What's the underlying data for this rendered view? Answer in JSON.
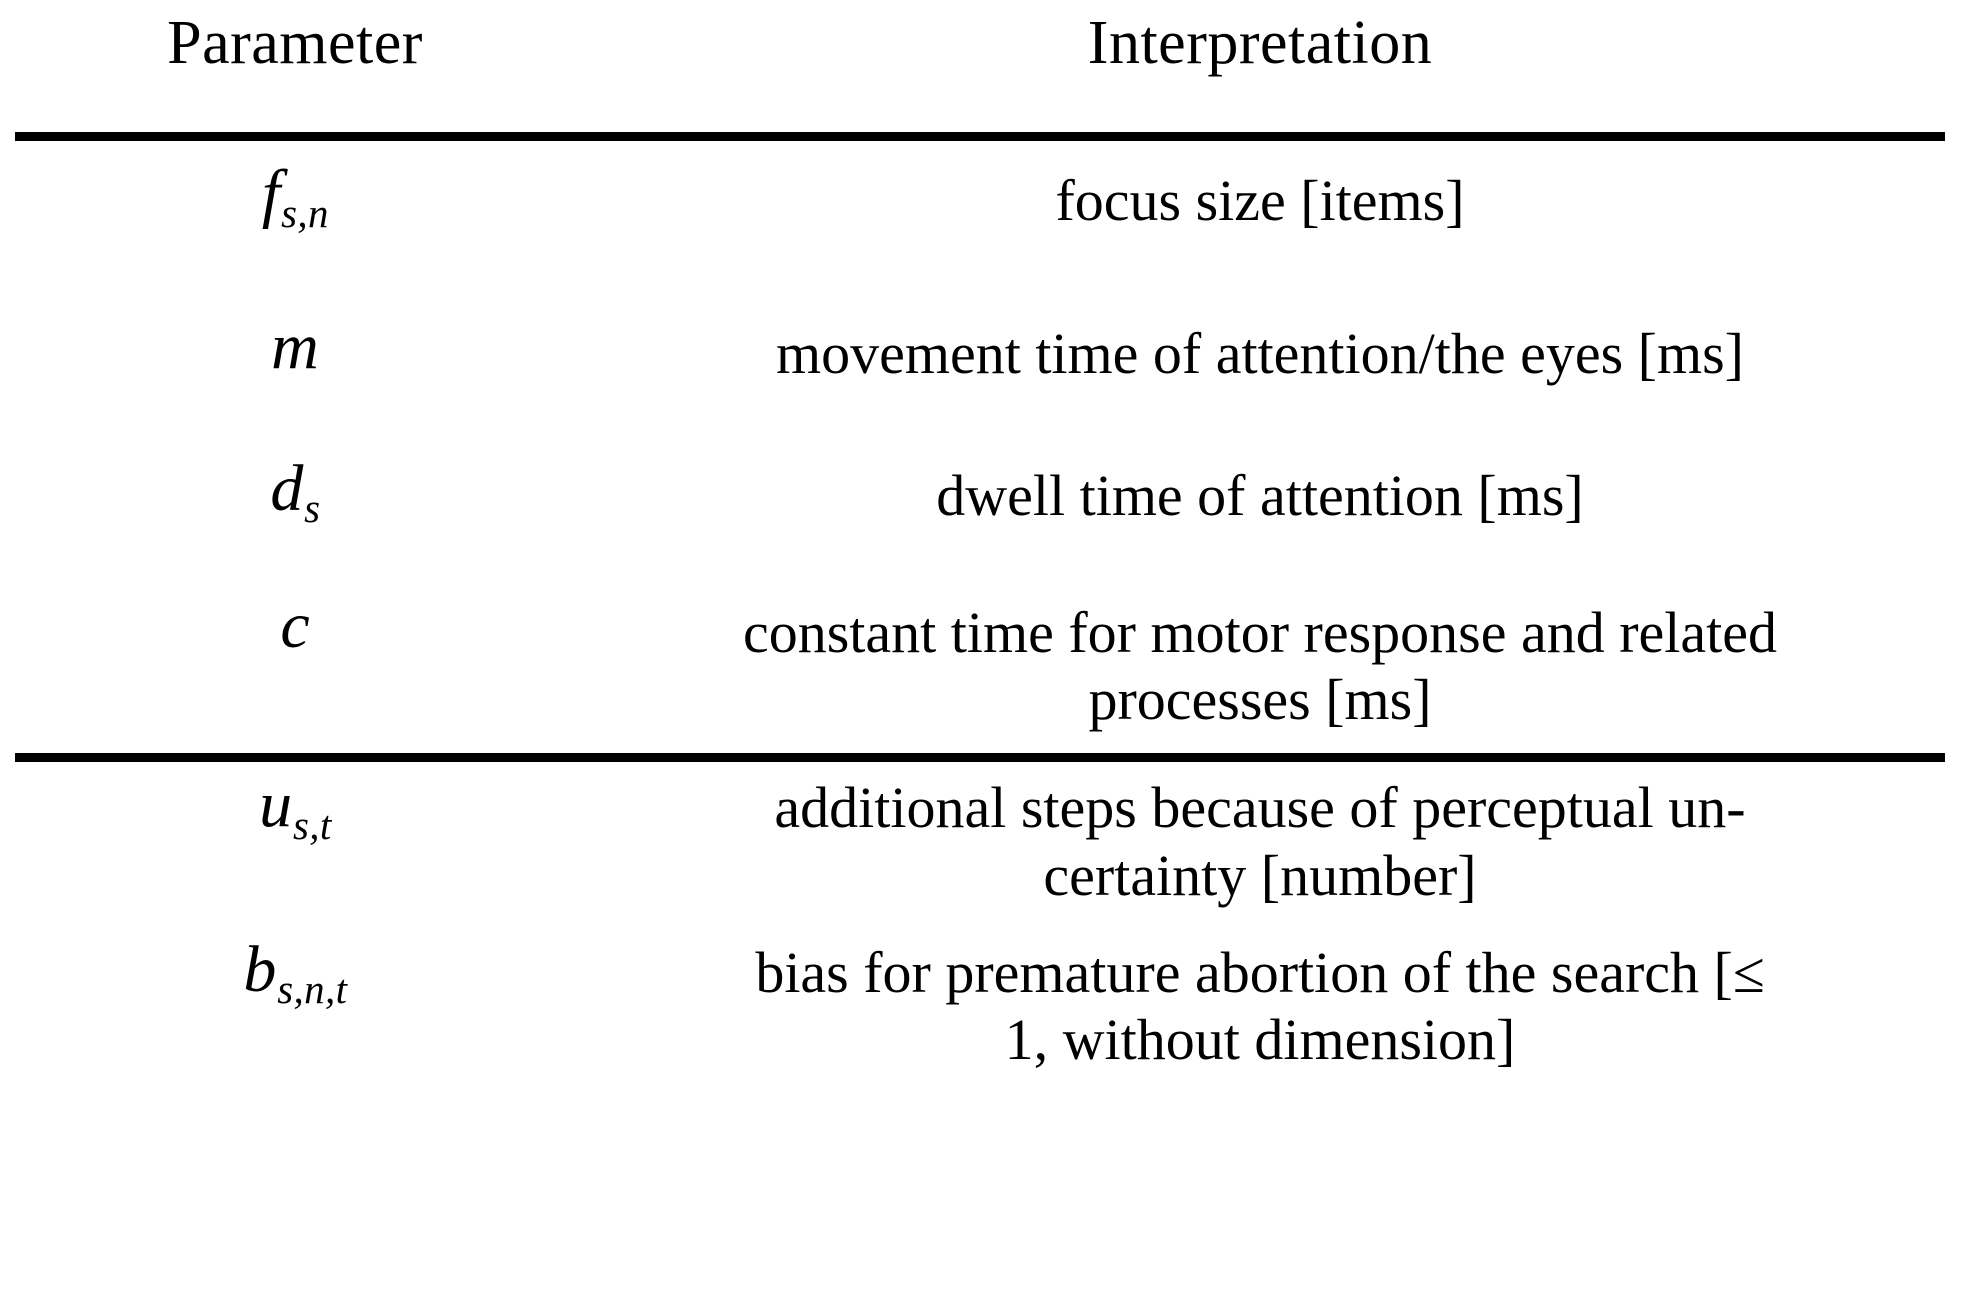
{
  "table": {
    "headers": {
      "parameter": "Parameter",
      "interpretation": "Interpretation"
    },
    "sections": [
      {
        "rows": [
          {
            "symbol_base": "f",
            "symbol_sub": "s,n",
            "symbol_plain": "f_{s,n}",
            "interpretation_lines": [
              "focus size [items]"
            ]
          },
          {
            "symbol_base": "m",
            "symbol_sub": "",
            "symbol_plain": "m",
            "interpretation_lines": [
              "movement time of attention/the eyes [ms]"
            ]
          },
          {
            "symbol_base": "d",
            "symbol_sub": "s",
            "symbol_plain": "d_{s}",
            "interpretation_lines": [
              "dwell time of attention [ms]"
            ]
          },
          {
            "symbol_base": "c",
            "symbol_sub": "",
            "symbol_plain": "c",
            "interpretation_lines": [
              "constant time for motor response and related",
              "processes [ms]"
            ]
          }
        ]
      },
      {
        "rows": [
          {
            "symbol_base": "u",
            "symbol_sub": "s,t",
            "symbol_plain": "u_{s,t}",
            "interpretation_lines": [
              "additional steps because of perceptual un-",
              "certainty [number]"
            ]
          },
          {
            "symbol_base": "b",
            "symbol_sub": "s,n,t",
            "symbol_plain": "b_{s,n,t}",
            "interpretation_lines": [
              "bias for premature abortion of the search [≤",
              "1, without dimension]"
            ]
          }
        ]
      }
    ],
    "rules": [
      "top-rule",
      "mid-rule"
    ]
  }
}
